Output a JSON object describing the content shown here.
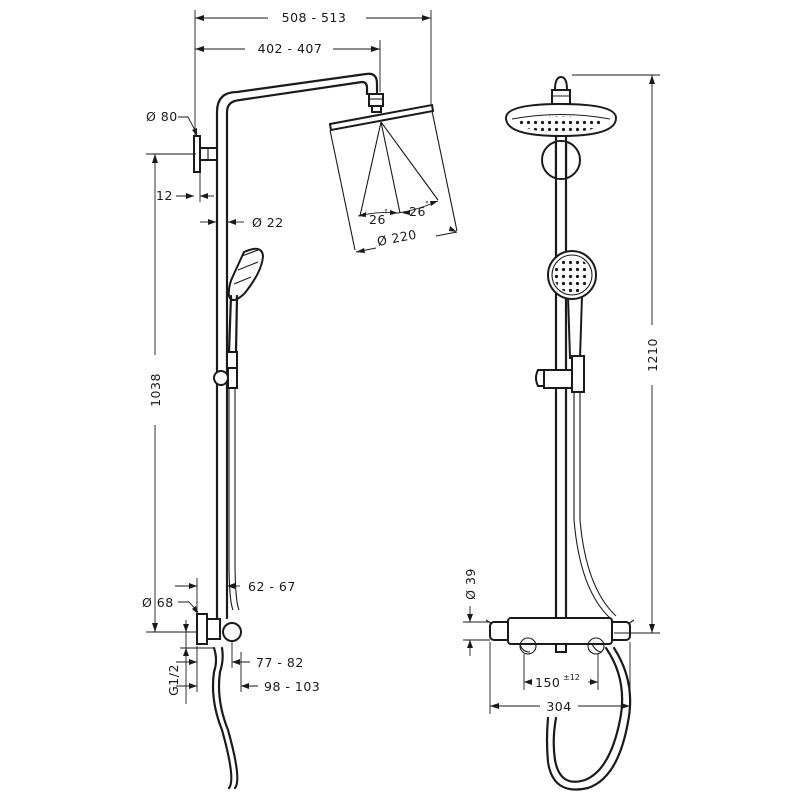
{
  "dimensions": {
    "total_reach": "508 - 513",
    "arm_reach": "402 - 407",
    "wall_bracket_dia": "Ø 80",
    "wall_offset": "12",
    "pipe_dia": "Ø 22",
    "spray_angle_left": "26",
    "spray_angle_right": "26",
    "degree_sign": "°",
    "head_dia": "Ø 220",
    "rail_height": "1038",
    "mixer_projection": "62 - 67",
    "flange_dia": "Ø 68",
    "connection_thread": "G1/2",
    "outlet_projection_1": "77 - 82",
    "outlet_projection_2": "98 - 103",
    "overall_height": "1210",
    "body_dia": "Ø 39",
    "centers": "150",
    "centers_tolerance": "±12",
    "mixer_width": "304"
  }
}
